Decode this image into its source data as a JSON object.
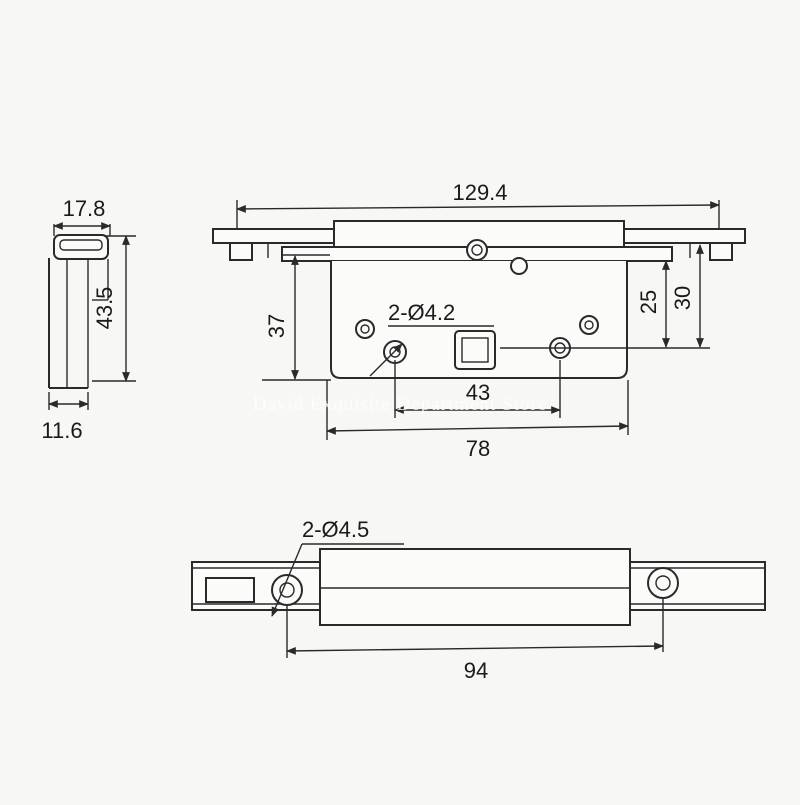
{
  "watermark": "David Exquisite Department Store",
  "side_view": {
    "dim_width_top": "17.8",
    "dim_height": "43.5",
    "dim_width_bottom": "11.6"
  },
  "plate_view": {
    "dim_total_length": "129.4",
    "dim_holes_top": "2-Ø4.2",
    "dim_height_left": "37",
    "dim_height_mid": "25",
    "dim_height_right": "30",
    "dim_hole_spacing": "43",
    "dim_plate_width": "78"
  },
  "keeper_view": {
    "dim_holes": "2-Ø4.5",
    "dim_hole_spacing": "94"
  }
}
